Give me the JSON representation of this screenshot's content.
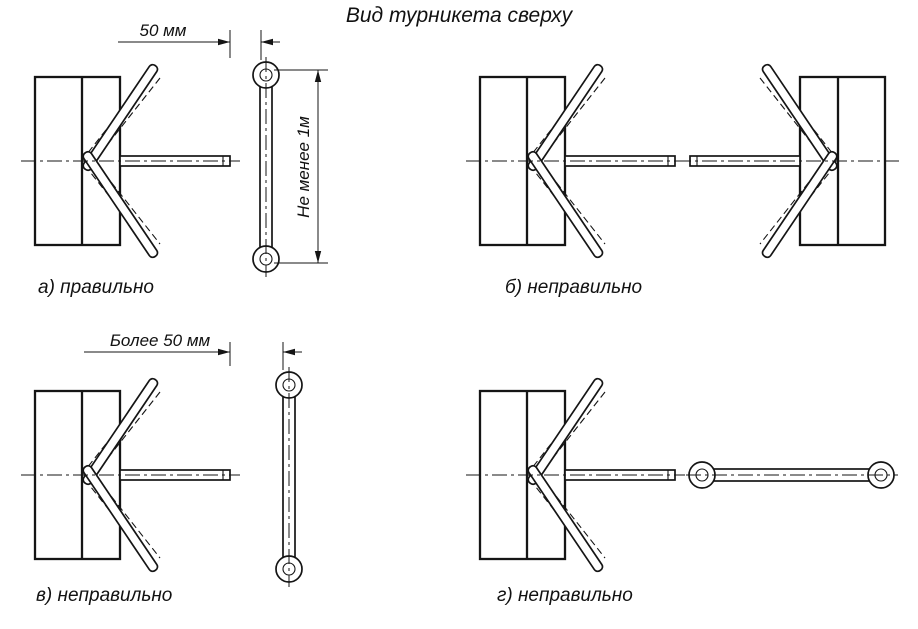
{
  "title": "Вид турникета сверху",
  "panel_a": {
    "label": "а) правильно",
    "dim_width": "50 мм",
    "dim_height": "Не менее 1м"
  },
  "panel_b": {
    "label": "б) неправильно"
  },
  "panel_v": {
    "label": "в) неправильно",
    "dim_width": "Более 50 мм"
  },
  "panel_g": {
    "label": "г) неправильно"
  }
}
